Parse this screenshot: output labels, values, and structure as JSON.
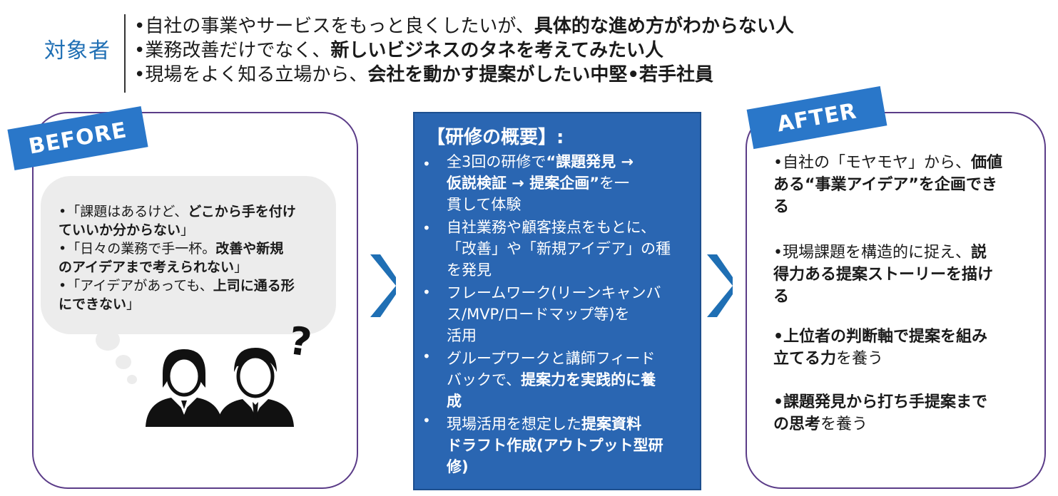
{
  "target": {
    "label": "対象者",
    "lines": [
      {
        "plain": "•自社の事業やサービスをもっと良くしたいが、",
        "bold": "具体的な進め方がわからない人"
      },
      {
        "plain": "•業務改善だけでなく、",
        "bold": "新しいビジネスのタネを考えてみたい人"
      },
      {
        "plain": "•現場をよく知る立場から、",
        "bold": "会社を動かす提案がしたい中堅•若手社員"
      }
    ]
  },
  "before": {
    "tag": "BEFORE",
    "bubble": [
      {
        "plain": "•「課題はあるけど、",
        "bold": "どこから手を付け"
      },
      {
        "plain": "",
        "bold": "ていいか分からない",
        "tail": "」"
      },
      {
        "plain": "•「日々の業務で手一杯。",
        "bold": "改善や新規"
      },
      {
        "plain": "",
        "bold": "のアイデアまで考えられない",
        "tail": "」"
      },
      {
        "plain": "•「アイデアがあっても、",
        "bold": "上司に通る形"
      },
      {
        "plain": "",
        "bold": "にできない",
        "tail": "」"
      }
    ],
    "question_mark": "?"
  },
  "center": {
    "title": "【研修の概要】:",
    "bullet_char": "•",
    "lines": [
      {
        "plain": "全3回の研修で",
        "bold": "“課題発見 →"
      },
      {
        "plain": "",
        "bold": "仮説検証 → 提案企画”",
        "tail": "を一"
      },
      {
        "plain": "貫して体験",
        "bold": ""
      },
      {
        "plain": "自社業務や顧客接点をもとに、",
        "bold": ""
      },
      {
        "plain": "「改善」や「新規アイデア」の種",
        "bold": ""
      },
      {
        "plain": "を発見",
        "bold": ""
      },
      {
        "plain": "フレームワーク(リーンキャンバ",
        "bold": ""
      },
      {
        "plain": "ス/MVP/ロードマップ等)を",
        "bold": ""
      },
      {
        "plain": "活用",
        "bold": ""
      },
      {
        "plain": "グループワークと講師フィード",
        "bold": ""
      },
      {
        "plain": "バックで、",
        "bold": "提案力を実践的に養"
      },
      {
        "plain": "",
        "bold": "成"
      },
      {
        "plain": "現場活用を想定した",
        "bold": "提案資料"
      },
      {
        "plain": "",
        "bold": "ドラフト作成(アウトプット型研"
      },
      {
        "plain": "",
        "bold": "修)"
      }
    ]
  },
  "after": {
    "tag": "AFTER",
    "lines": [
      {
        "plain": "•自社の「モヤモヤ」から、",
        "bold": "価値"
      },
      {
        "plain": "",
        "bold": "ある“事業アイデア”を企画でき"
      },
      {
        "plain": "",
        "bold": "る"
      },
      {
        "plain": "•現場課題を構造的に捉え、",
        "bold": "説"
      },
      {
        "plain": "",
        "bold": "得力ある提案ストーリーを描け"
      },
      {
        "plain": "",
        "bold": "る"
      },
      {
        "plain": "",
        "bold": "•上位者の判断軸で提案を組み"
      },
      {
        "plain": "",
        "bold": "立てる力",
        "tail": "を養う"
      },
      {
        "plain": "",
        "bold": "•課題発見から打ち手提案まで"
      },
      {
        "plain": "",
        "bold": "の思考",
        "tail": "を養う"
      }
    ]
  },
  "colors": {
    "accent": "#2a77c9",
    "panel_border": "#5b3c88",
    "center_bg": "#2a66b2",
    "bubble": "#ececec"
  }
}
